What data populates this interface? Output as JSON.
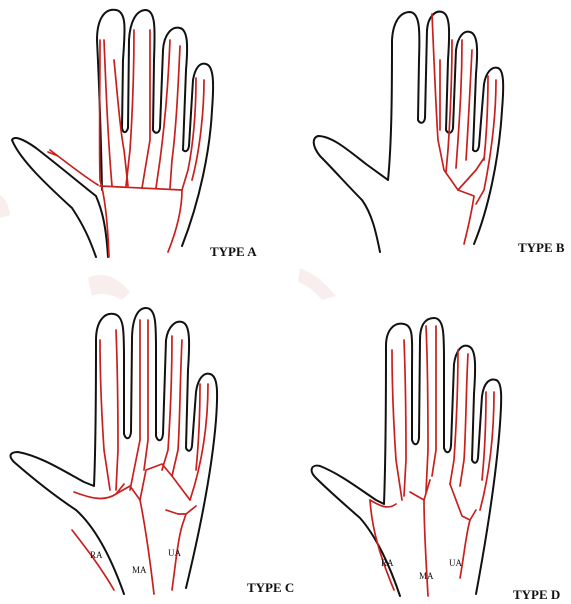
{
  "figure": {
    "panels": [
      {
        "id": "A",
        "label": "TYPE A"
      },
      {
        "id": "B",
        "label": "TYPE B"
      },
      {
        "id": "C",
        "label": "TYPE C",
        "artery_labels": [
          "RA",
          "MA",
          "UA"
        ]
      },
      {
        "id": "D",
        "label": "TYPE D",
        "artery_labels": [
          "RA",
          "MA",
          "UA"
        ]
      }
    ],
    "colors": {
      "outline": "#111111",
      "vessel": "#c8201e",
      "background": "#ffffff"
    }
  }
}
